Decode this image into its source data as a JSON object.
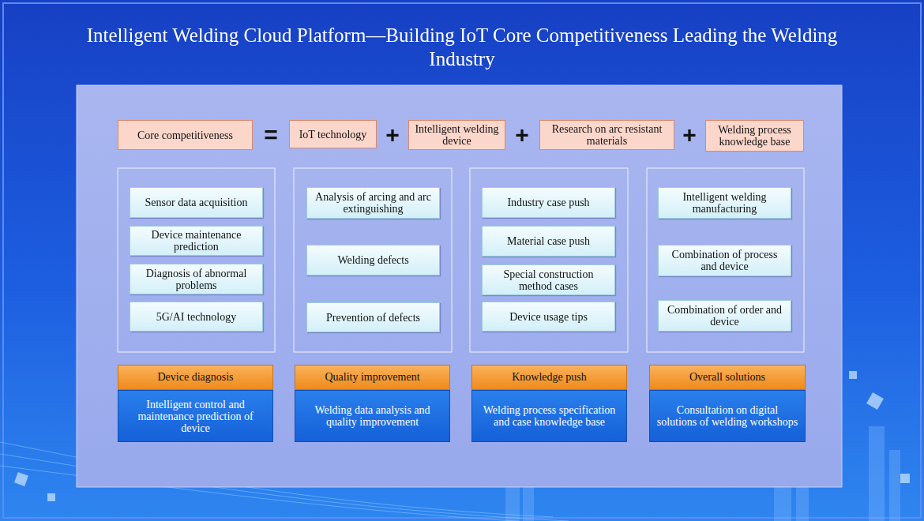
{
  "diagram": {
    "title": "Intelligent Welding Cloud Platform—Building IoT Core Competitiveness Leading the Welding Industry",
    "nodes": [
      {
        "text": [
          "Core competitiveness"
        ]
      },
      {
        "text": [
          "IoT technology"
        ]
      },
      {
        "text": [
          "Intelligent welding device"
        ]
      },
      {
        "text": [
          "Research on arc resistant materials"
        ]
      },
      {
        "text": [
          "Welding process knowledge base"
        ]
      },
      {
        "text": [
          "Sensor data acquisition"
        ]
      },
      {
        "text": [
          "Device maintenance prediction"
        ]
      },
      {
        "text": [
          "Diagnosis of abnormal problems"
        ]
      },
      {
        "text": [
          "5G/AI technology"
        ]
      },
      {
        "text": [
          "Analysis of arcing and arc extinguishing"
        ]
      },
      {
        "text": [
          "Welding defects"
        ]
      },
      {
        "text": [
          "Prevention of defects"
        ]
      },
      {
        "text": [
          "Industry case push"
        ]
      },
      {
        "text": [
          "Material case push"
        ]
      },
      {
        "text": [
          "Special construction method cases"
        ]
      },
      {
        "text": [
          "Device usage tips"
        ]
      },
      {
        "text": [
          "Intelligent welding manufacturing"
        ]
      },
      {
        "text": [
          "Combination of process and device"
        ]
      },
      {
        "text": [
          "Combination of order and device"
        ]
      },
      {
        "text": [
          "Device diagnosis",
          "Intelligent control and maintenance prediction of device"
        ]
      },
      {
        "text": [
          "Quality improvement",
          "Welding data analysis and quality improvement"
        ]
      },
      {
        "text": [
          "Knowledge push",
          "Welding process specification and case knowledge base"
        ]
      },
      {
        "text": [
          "Overall solutions",
          "Consultation on digital solutions of welding workshops"
        ]
      }
    ],
    "labels": [
      "=",
      "+",
      "+",
      "+"
    ]
  }
}
